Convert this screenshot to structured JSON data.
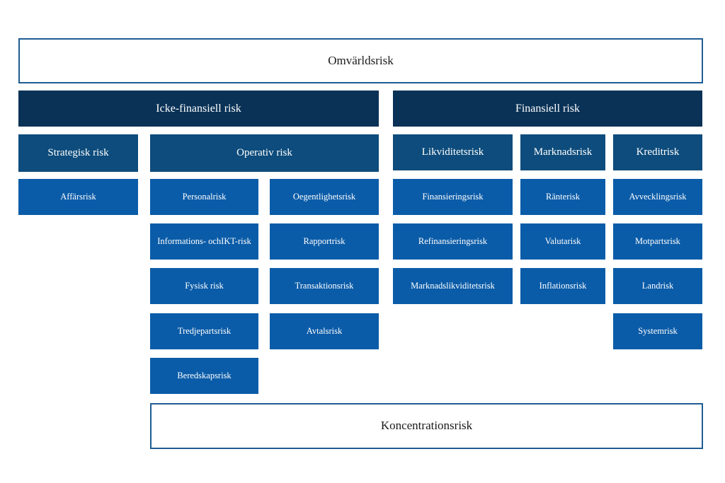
{
  "diagram": {
    "title": "Omvärldsrisk",
    "type": "risk-taxonomy-hierarchy",
    "language": "sv",
    "colors": {
      "navy": "#0A3257",
      "mid_blue": "#0D4C7C",
      "leaf_blue": "#0B5CA8",
      "outline_border": "#1F5C94",
      "background": "#FFFFFF",
      "text_on_blue": "#FFFFFF",
      "text_on_white": "#1A1A1A"
    },
    "top_band": {
      "label": "Omvärldsrisk"
    },
    "bottom_band": {
      "label": "Koncentrationsrisk"
    },
    "groups": [
      {
        "id": "icke-finansiell",
        "header": "Icke-finansiell risk",
        "categories": [
          {
            "id": "strategisk",
            "label": "Strategisk risk",
            "children": [
              {
                "label": "Affärsrisk"
              }
            ]
          },
          {
            "id": "operativ",
            "label": "Operativ risk",
            "columns": [
              {
                "id": "operativ-col-1",
                "children": [
                  {
                    "label": "Personalrisk"
                  },
                  {
                    "label": "Informations- och IKT-risk",
                    "lines": [
                      "Informations- och",
                      "IKT-risk"
                    ]
                  },
                  {
                    "label": "Fysisk risk"
                  },
                  {
                    "label": "Tredjepartsrisk"
                  },
                  {
                    "label": "Beredskapsrisk"
                  }
                ]
              },
              {
                "id": "operativ-col-2",
                "children": [
                  {
                    "label": "Oegentlighetsrisk"
                  },
                  {
                    "label": "Rapportrisk"
                  },
                  {
                    "label": "Transaktionsrisk"
                  },
                  {
                    "label": "Avtalsrisk"
                  }
                ]
              }
            ]
          }
        ]
      },
      {
        "id": "finansiell",
        "header": "Finansiell risk",
        "categories": [
          {
            "id": "likviditet",
            "label": "Likviditetsrisk",
            "children": [
              {
                "label": "Finansieringsrisk"
              },
              {
                "label": "Refinansieringsrisk"
              },
              {
                "label": "Marknadslikviditetsrisk"
              }
            ]
          },
          {
            "id": "marknad",
            "label": "Marknadsrisk",
            "children": [
              {
                "label": "Ränterisk"
              },
              {
                "label": "Valutarisk"
              },
              {
                "label": "Inflationsrisk"
              }
            ]
          },
          {
            "id": "kredit",
            "label": "Kreditrisk",
            "children": [
              {
                "label": "Avvecklingsrisk"
              },
              {
                "label": "Motpartsrisk"
              },
              {
                "label": "Landrisk"
              },
              {
                "label": "Systemrisk"
              }
            ]
          }
        ]
      }
    ]
  }
}
